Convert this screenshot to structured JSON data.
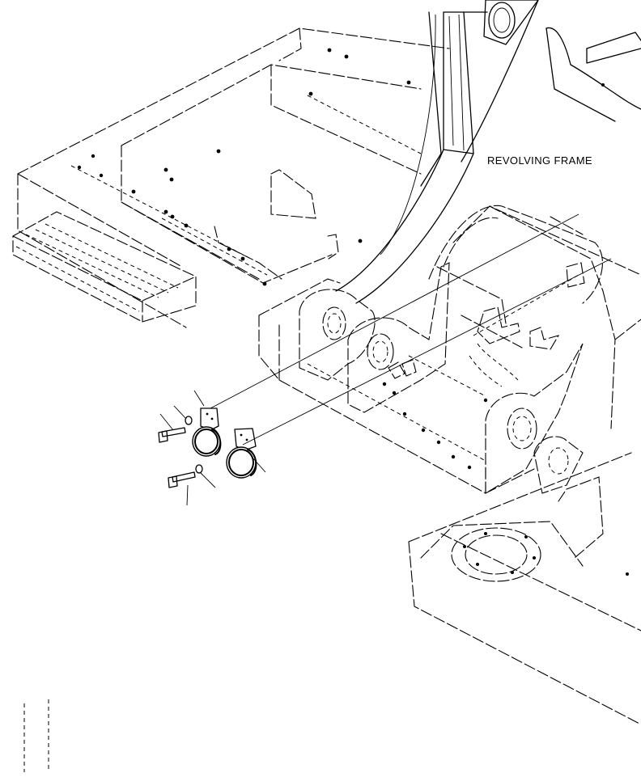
{
  "diagram": {
    "frame_label": "REVOLVING FRAME",
    "parts": [
      {
        "name": "bolt",
        "count": 2
      },
      {
        "name": "washer",
        "count": 2
      },
      {
        "name": "lamp",
        "count": 2
      }
    ]
  },
  "colors": {
    "line": "#000000",
    "background": "#ffffff"
  }
}
